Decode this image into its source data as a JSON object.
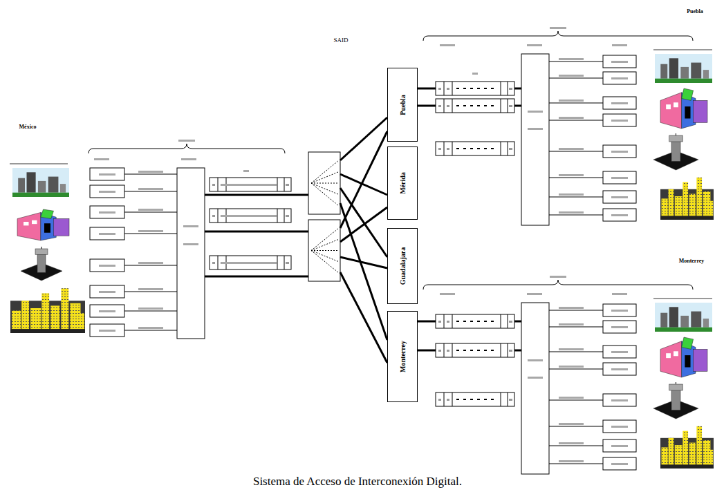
{
  "diagram": {
    "caption": "Sistema de Acceso de Interconexión Digital.",
    "nodes": [
      {
        "text": [
          "Puebla"
        ]
      },
      {
        "text": [
          "Mérida"
        ]
      },
      {
        "text": [
          "Guadalajara"
        ]
      },
      {
        "text": [
          "Monterrey"
        ]
      }
    ],
    "labels": [
      "México",
      "SAID",
      "Puebla",
      "Monterrey"
    ]
  }
}
